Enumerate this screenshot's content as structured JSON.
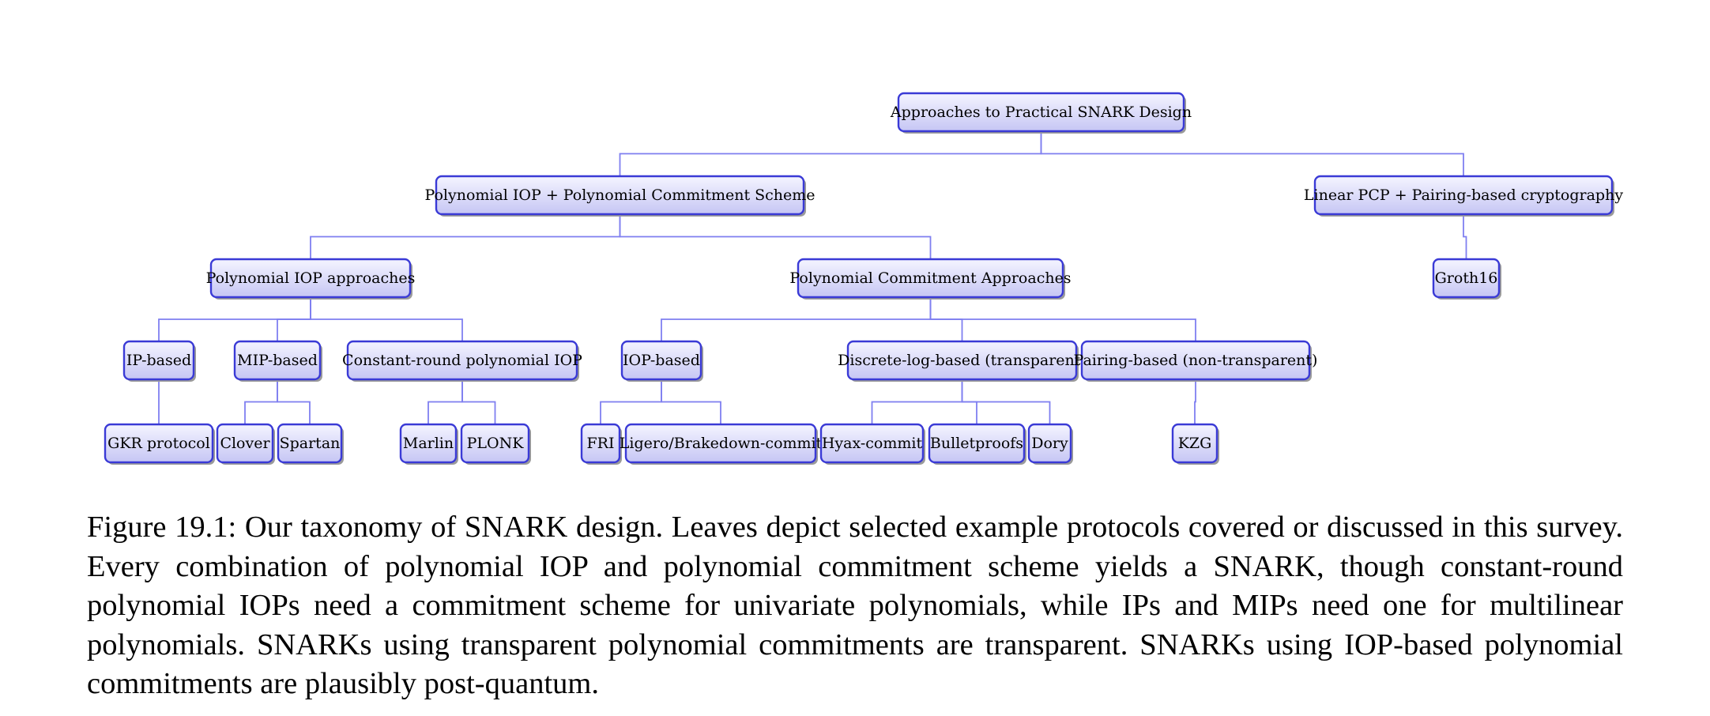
{
  "figure": {
    "caption": "Figure 19.1: Our taxonomy of SNARK design.  Leaves depict selected example protocols covered or discussed in this survey.  Every combination of polynomial IOP and polynomial commitment scheme yields a SNARK, though constant-round polynomial IOPs need a commitment scheme for univariate polynomials, while IPs and MIPs need one for multilinear polynomials.  SNARKs using transparent polynomial commitments are transparent.  SNARKs using IOP-based polynomial commitments are plausibly post-quantum."
  },
  "colors": {
    "node_border": "#3a3ad6",
    "node_fill_top": "#f4f4ff",
    "node_fill_bottom": "#c6c6f4",
    "edge": "#7f7ff0"
  },
  "tree": {
    "nodes": [
      {
        "id": "root",
        "label": "Approaches to Practical SNARK Design",
        "parent": null
      },
      {
        "id": "piop_pcs",
        "label": "Polynomial IOP + Polynomial Commitment Scheme",
        "parent": "root"
      },
      {
        "id": "lpcp",
        "label": "Linear PCP + Pairing-based cryptography",
        "parent": "root"
      },
      {
        "id": "piop",
        "label": "Polynomial IOP approaches",
        "parent": "piop_pcs"
      },
      {
        "id": "pca",
        "label": "Polynomial Commitment Approaches",
        "parent": "piop_pcs"
      },
      {
        "id": "groth16",
        "label": "Groth16",
        "parent": "lpcp"
      },
      {
        "id": "ip",
        "label": "IP-based",
        "parent": "piop"
      },
      {
        "id": "mip",
        "label": "MIP-based",
        "parent": "piop"
      },
      {
        "id": "crp",
        "label": "Constant-round polynomial IOP",
        "parent": "piop"
      },
      {
        "id": "iop",
        "label": "IOP-based",
        "parent": "pca"
      },
      {
        "id": "dlog",
        "label": "Discrete-log-based (transparent)",
        "parent": "pca"
      },
      {
        "id": "pair",
        "label": "Pairing-based (non-transparent)",
        "parent": "pca"
      },
      {
        "id": "gkr",
        "label": "GKR protocol",
        "parent": "ip"
      },
      {
        "id": "clover",
        "label": "Clover",
        "parent": "mip"
      },
      {
        "id": "spartan",
        "label": "Spartan",
        "parent": "mip"
      },
      {
        "id": "marlin",
        "label": "Marlin",
        "parent": "crp"
      },
      {
        "id": "plonk",
        "label": "PLONK",
        "parent": "crp"
      },
      {
        "id": "fri",
        "label": "FRI",
        "parent": "iop"
      },
      {
        "id": "ligero",
        "label": "Ligero/Brakedown-commit",
        "parent": "iop"
      },
      {
        "id": "hyrax",
        "label": "Hyax-commit",
        "parent": "dlog"
      },
      {
        "id": "bullet",
        "label": "Bulletproofs",
        "parent": "dlog"
      },
      {
        "id": "dory",
        "label": "Dory",
        "parent": "dlog"
      },
      {
        "id": "kzg",
        "label": "KZG",
        "parent": "pair"
      }
    ]
  }
}
